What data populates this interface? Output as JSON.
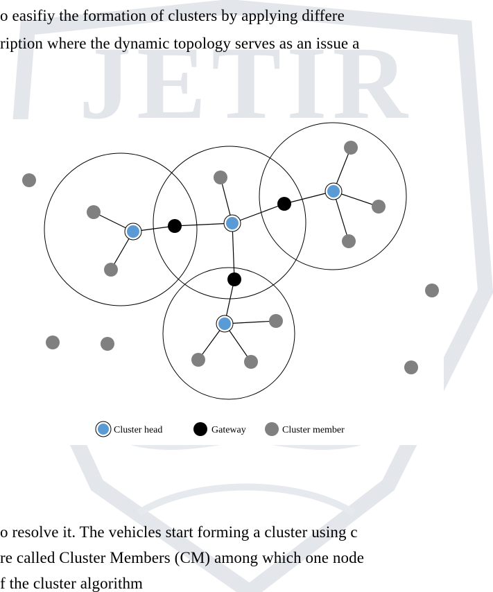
{
  "text_lines_top": [
    "o easifiy the formation of clusters by applying differe",
    "ription where the dynamic topology serves as an issue a"
  ],
  "text_lines_bottom": [
    "o resolve it. The vehicles start forming a cluster using c",
    "re called Cluster Members (CM) among which one node",
    "f the cluster algorithm"
  ],
  "watermark": {
    "text": "JETIR"
  },
  "figure": {
    "legend": {
      "cluster_head": "Cluster head",
      "gateway": "Gateway",
      "cluster_member": "Cluster member"
    },
    "colors": {
      "cluster_head": "#5b9bd5",
      "gateway": "#000000",
      "cluster_member": "#808080",
      "watermark": "#dfe4ea"
    }
  }
}
